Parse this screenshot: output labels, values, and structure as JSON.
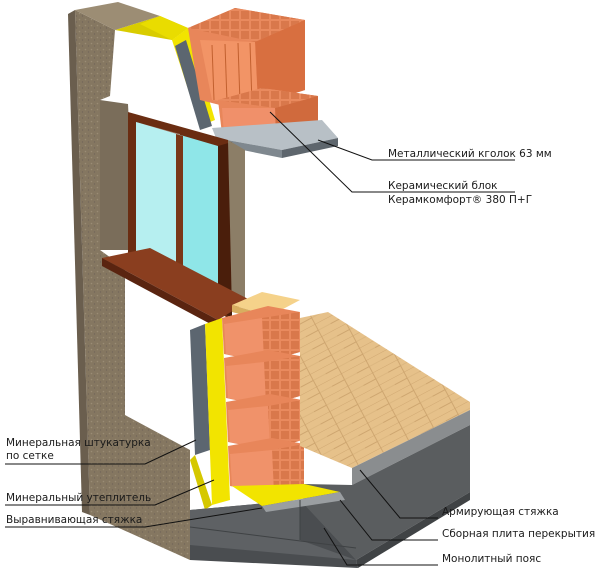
{
  "labels": {
    "metal_anchor": "Металлический кголок 63 мм",
    "ceramic_block_line1": "Керамический блок",
    "ceramic_block_line2": "Керамкомфорт® 380 П+Г",
    "mineral_plaster_line1": "Минеральная штукатурка",
    "mineral_plaster_line2": "по сетке",
    "mineral_insulation": "Минеральный утеплитель",
    "leveling_screed": "Выравнивающая стяжка",
    "reinforcing_screed": "Армирующая стяжка",
    "precast_slab": "Сборная плита перекрытия",
    "monolithic_belt": "Монолитный пояс"
  },
  "colors": {
    "render": "#8a7b66",
    "render_side": "#6e6252",
    "insulation": "#f2e400",
    "brick": "#e8865a",
    "brick_dark": "#c9673d",
    "slab": "#5a5d5f",
    "parquet": "#e3bd85",
    "frame": "#6a2d12",
    "glass": "#8fe6e8",
    "steel": "#9aa3aa"
  }
}
